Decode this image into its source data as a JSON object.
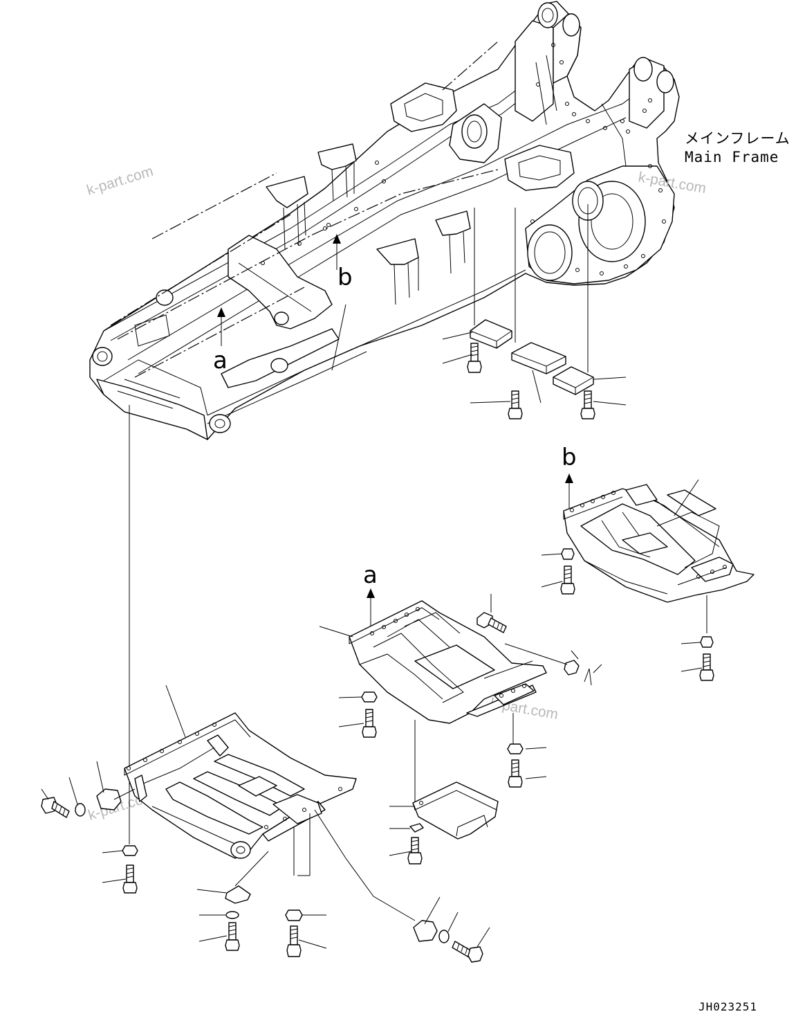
{
  "title": {
    "japanese": "メインフレーム",
    "english": "Main Frame"
  },
  "drawing_code": "JH023251",
  "watermark": "k-part.com",
  "reference_letters": {
    "a": "a",
    "b": "b"
  },
  "colors": {
    "line": "#000000",
    "background": "#ffffff",
    "watermark": "#b8b8b8"
  }
}
